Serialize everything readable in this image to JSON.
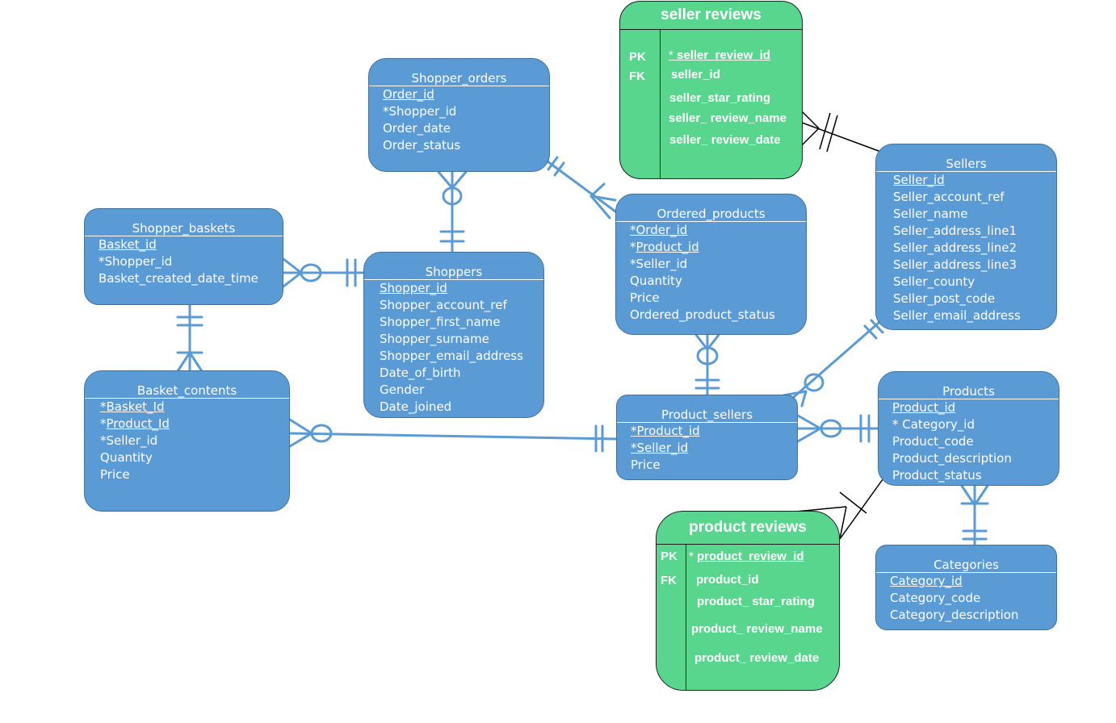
{
  "entities": {
    "shopper_orders": {
      "title": "Shopper_orders",
      "fields": [
        {
          "text": "Order_id",
          "u": "Order_id",
          "prefix": ""
        },
        {
          "text": "*Shopper_id",
          "u": "",
          "prefix": ""
        },
        {
          "text": "Order_date",
          "u": "",
          "prefix": ""
        },
        {
          "text": "Order_status",
          "u": "",
          "prefix": ""
        }
      ]
    },
    "ordered_products": {
      "title": "Ordered_products",
      "fields": [
        {
          "text": "",
          "u": "*Order_id",
          "prefix": ""
        },
        {
          "text": "",
          "u": "Product_id",
          "prefix": "*"
        },
        {
          "text": "*Seller_id",
          "u": "",
          "prefix": ""
        },
        {
          "text": "Quantity",
          "u": "",
          "prefix": ""
        },
        {
          "text": "Price",
          "u": "",
          "prefix": ""
        },
        {
          "text": "Ordered_product_status",
          "u": "",
          "prefix": ""
        }
      ]
    },
    "sellers": {
      "title": "Sellers",
      "fields": [
        {
          "text": "",
          "u": "Seller_id",
          "prefix": ""
        },
        {
          "text": "Seller_account_ref",
          "u": "",
          "prefix": ""
        },
        {
          "text": "Seller_name",
          "u": "",
          "prefix": ""
        },
        {
          "text": "Seller_address_line1",
          "u": "",
          "prefix": ""
        },
        {
          "text": "Seller_address_line2",
          "u": "",
          "prefix": ""
        },
        {
          "text": "Seller_address_line3",
          "u": "",
          "prefix": ""
        },
        {
          "text": "Seller_county",
          "u": "",
          "prefix": ""
        },
        {
          "text": "Seller_post_code",
          "u": "",
          "prefix": ""
        },
        {
          "text": "Seller_email_address",
          "u": "",
          "prefix": ""
        }
      ]
    },
    "shopper_baskets": {
      "title": "Shopper_baskets",
      "fields": [
        {
          "text": "",
          "u": "Basket_id",
          "prefix": ""
        },
        {
          "text": "*Shopper_id",
          "u": "",
          "prefix": ""
        },
        {
          "text": "Basket_created_date_time",
          "u": "",
          "prefix": ""
        }
      ]
    },
    "shoppers": {
      "title": "Shoppers",
      "fields": [
        {
          "text": "",
          "u": "Shopper_id",
          "prefix": ""
        },
        {
          "text": "Shopper_account_ref",
          "u": "",
          "prefix": ""
        },
        {
          "text": "Shopper_first_name",
          "u": "",
          "prefix": ""
        },
        {
          "text": "Shopper_surname",
          "u": "",
          "prefix": ""
        },
        {
          "text": "Shopper_email_address",
          "u": "",
          "prefix": ""
        },
        {
          "text": "Date_of_birth",
          "u": "",
          "prefix": ""
        },
        {
          "text": "Gender",
          "u": "",
          "prefix": ""
        },
        {
          "text": "Date_joined",
          "u": "",
          "prefix": ""
        }
      ]
    },
    "basket_contents": {
      "title": "Basket_contents",
      "fields": [
        {
          "text": "",
          "u": "*Basket_Id",
          "prefix": ""
        },
        {
          "text": "",
          "u": "Product_Id",
          "prefix": "*"
        },
        {
          "text": "*Seller_id",
          "u": "",
          "prefix": ""
        },
        {
          "text": "Quantity",
          "u": "",
          "prefix": ""
        },
        {
          "text": "Price",
          "u": "",
          "prefix": ""
        }
      ]
    },
    "product_sellers": {
      "title": "Product_sellers",
      "fields": [
        {
          "text": "",
          "u": "*Product_id",
          "prefix": ""
        },
        {
          "text": "",
          "u": "*Seller_id",
          "prefix": ""
        },
        {
          "text": "Price",
          "u": "",
          "prefix": ""
        }
      ]
    },
    "products": {
      "title": "Products",
      "fields": [
        {
          "text": "",
          "u": "Product_id",
          "prefix": ""
        },
        {
          "text": "* Category_id",
          "u": "",
          "prefix": ""
        },
        {
          "text": "Product_code",
          "u": "",
          "prefix": ""
        },
        {
          "text": "Product_description",
          "u": "",
          "prefix": ""
        },
        {
          "text": "Product_status",
          "u": "",
          "prefix": ""
        }
      ]
    },
    "categories": {
      "title": "Categories",
      "fields": [
        {
          "text": "",
          "u": "Category_id",
          "prefix": ""
        },
        {
          "text": "Category_code",
          "u": "",
          "prefix": ""
        },
        {
          "text": "Category_description",
          "u": "",
          "prefix": ""
        }
      ]
    }
  },
  "seller_reviews": {
    "title": "seller reviews",
    "pk": "PK",
    "fk": "FK",
    "pk_prefix": "*",
    "pk_field": "seller_review_id",
    "f1": "seller_id",
    "f2": "seller_star_rating",
    "f3": "seller_ review_name",
    "f4": "seller_ review_date"
  },
  "product_reviews": {
    "title": "product reviews",
    "pk": "PK",
    "fk": "FK",
    "pk_prefix": "*",
    "pk_field": "product_review_id",
    "f1": "product_id",
    "f2": "product_ star_rating",
    "f3": "product_ review_name",
    "f4": "product_ review_date"
  },
  "colors": {
    "entity_fill": "#5b9bd5",
    "entity_border": "#41719c",
    "review_fill": "#58d68d",
    "connector_blue": "#5b9bd5",
    "connector_black": "#000000"
  }
}
